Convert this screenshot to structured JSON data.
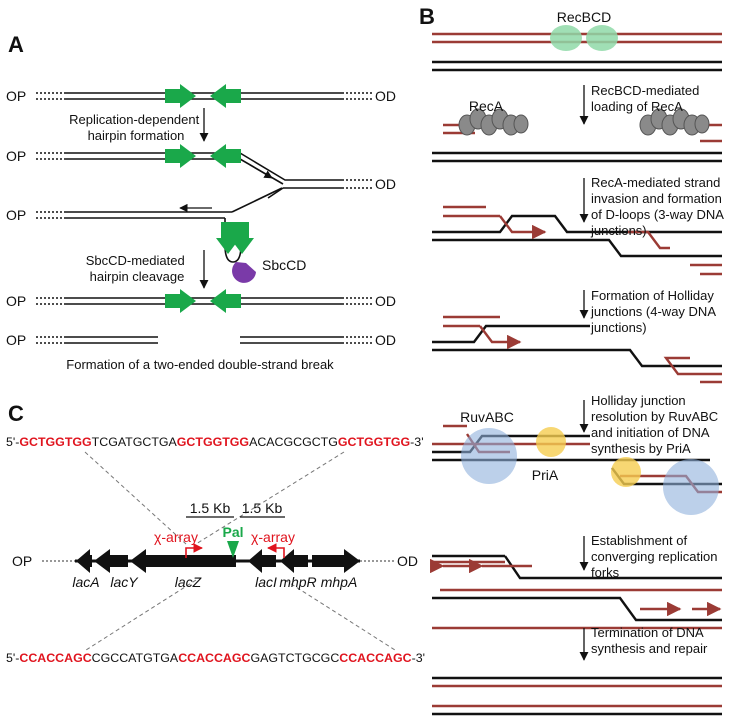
{
  "panels": {
    "a": "A",
    "b": "B",
    "c": "C"
  },
  "panel_a": {
    "op": "OP",
    "od": "OD",
    "step1": [
      "Replication-dependent",
      "hairpin formation"
    ],
    "step2": [
      "SbcCD-mediated",
      "hairpin cleavage"
    ],
    "sbccd": "SbcCD",
    "caption": "Formation of a two-ended double-strand break"
  },
  "panel_b": {
    "recbcd": "RecBCD",
    "reca": "RecA",
    "ruvabc": "RuvABC",
    "pria": "PriA",
    "steps": [
      [
        "RecBCD-mediated",
        "loading of RecA"
      ],
      [
        "RecA-mediated strand",
        "invasion and formation",
        "of D-loops (3-way DNA",
        "junctions)"
      ],
      [
        "Formation of Holliday",
        "junctions (4-way DNA",
        "junctions)"
      ],
      [
        "Holliday junction",
        "resolution by RuvABC",
        "and initiation of DNA",
        "synthesis by PriA"
      ],
      [
        "Establishment of",
        "converging replication",
        "forks"
      ],
      [
        "Termination of DNA",
        "synthesis and repair"
      ]
    ]
  },
  "panel_c": {
    "seq_top": {
      "prefix": "5'-",
      "parts": [
        "GCTGGTGG",
        "TCGATGCTGA",
        "GCTGGTGG",
        "ACACGCGCTG",
        "GCTGGTGG"
      ],
      "suffix": "-3'"
    },
    "seq_bottom": {
      "prefix": "5'-",
      "parts": [
        "CCACCAGC",
        "CGCCATGTGA",
        "CCACCAGC",
        "GAGTCTGCGC",
        "CCACCAGC"
      ],
      "suffix": "-3'"
    },
    "kb_left": "1.5 Kb",
    "kb_right": "1.5 Kb",
    "pal": "Pal",
    "chi_array": "χ-array",
    "op": "OP",
    "od": "OD",
    "genes": [
      "lacA",
      "lacY",
      "lacZ",
      "lacI",
      "mhpR",
      "mhpA"
    ]
  },
  "colors": {
    "green_arrow": "#1aa84a",
    "dna_red": "#9b3b35",
    "chi_red": "#e0141e",
    "recbcd": "#8fd9a8",
    "ruvabc": "#8fb0dc",
    "pria": "#f5cd50",
    "sbccd": "#7a3aa8"
  }
}
